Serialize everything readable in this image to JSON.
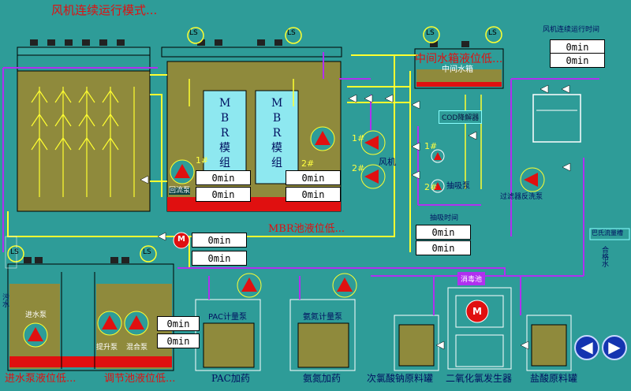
{
  "header": {
    "mode_text": "风机连续运行模式..."
  },
  "alarms": {
    "mid_tank_low": "中间水箱液位低...",
    "mbr_low": "MBR池液位低...",
    "bottom_left": "进水泵液位低...",
    "bottom_mid": "调节池液位低..."
  },
  "labels": {
    "mid_tank": "中间水箱",
    "cod": "COD降解器",
    "pump1": "1#",
    "pump2": "2#",
    "suction_pump": "抽吸泵",
    "suction_time": "抽吸时间",
    "fan": "风机",
    "fan1": "1#",
    "fan2": "2#",
    "return_pump": "回流泵",
    "filter_backwash": "过滤器反洗泵",
    "fan_time": "风机连续运行时间",
    "flowmeter": "巴氏流量槽",
    "qualified_water": "合格水",
    "inlet_pump": "进水泵",
    "lift_pump": "提升泵",
    "mix_pump": "混合泵",
    "pac_meter": "PAC计量泵",
    "ammonia_meter": "氨氮计量泵",
    "pac_dosing": "PAC加药",
    "ammonia_dosing": "氨氮加药",
    "hypochlorite_tank": "次氯酸钠原料罐",
    "clo2_gen": "二氧化氯发生器",
    "hcl_tank": "盐酸原料罐",
    "sewage": "污水",
    "disinfect": "消毒池",
    "ls": "LS",
    "motor": "M",
    "mbr": [
      "M",
      "B",
      "R",
      "模",
      "组"
    ]
  },
  "timers": {
    "fan_cont": [
      "0min",
      "0min"
    ],
    "mbr1": [
      "0min",
      "0min"
    ],
    "mbr2": [
      "0min",
      "0min"
    ],
    "suction": [
      "0min",
      "0min"
    ],
    "mbr_mid": [
      "0min",
      "0min"
    ],
    "lift": [
      "0min",
      "0min"
    ]
  },
  "nav": {
    "prev": "◀",
    "next": "▶"
  },
  "colors": {
    "bg": "#2e9c98",
    "tank": "#8f8a3c",
    "alarm": "#e01010",
    "pipe_yellow": "#ffff30",
    "pipe_purple": "#b030f0"
  }
}
